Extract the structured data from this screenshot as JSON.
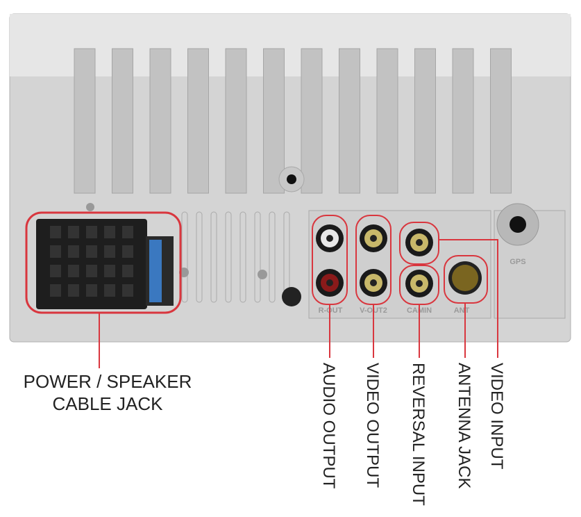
{
  "callouts": {
    "power_line1": "POWER / SPEAKER",
    "power_line2": "CABLE JACK",
    "audio_output": "AUDIO OUTPUT",
    "video_output": "VIDEO OUTPUT",
    "reversal_input": "REVERSAL INPUT",
    "antenna_jack": "ANTENNA JACK",
    "video_input": "VIDEO INPUT"
  },
  "port_labels": {
    "gps": "GPS",
    "ant": "ANT",
    "r_out": "R-OUT",
    "v_out2": "V-OUT2",
    "cam_in": "CAMIN"
  },
  "colors": {
    "highlight": "#d9363e",
    "body": "#d6d6d6",
    "rca_yellow": "#c8b86a",
    "rca_red": "#8a1a1a",
    "rca_white": "#e8e8e8"
  }
}
